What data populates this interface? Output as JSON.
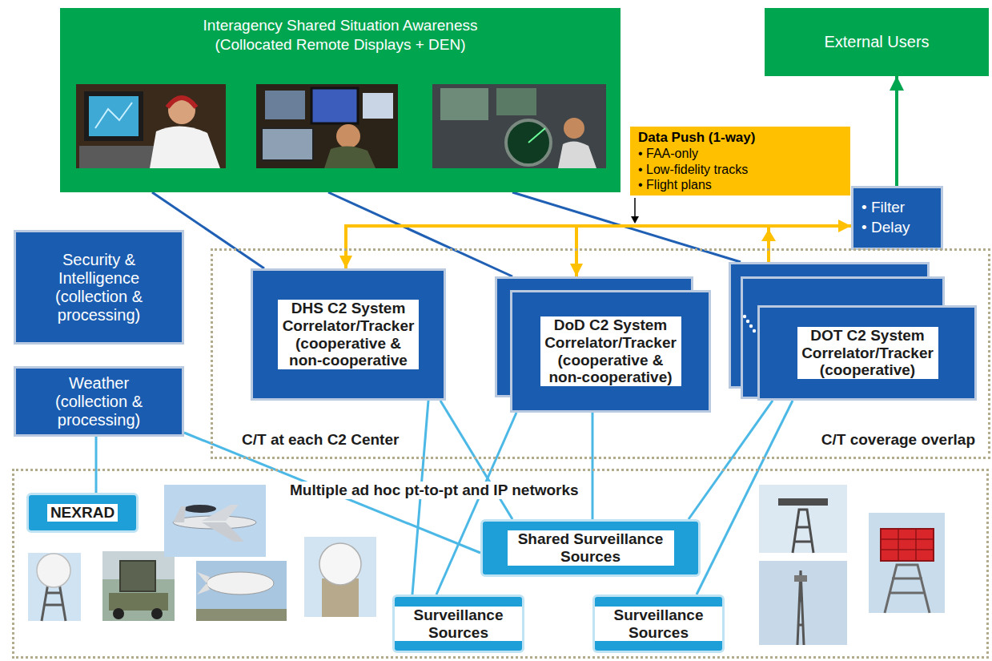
{
  "diagram": {
    "nodes": [
      {
        "text": [
          "Interagency Shared Situation Awareness",
          "(Collocated Remote Displays + DEN)"
        ]
      },
      {
        "text": [
          "External Users"
        ]
      },
      {
        "text": [
          "Data Push (1-way)",
          "• FAA-only",
          "• Low-fidelity tracks",
          "• Flight plans"
        ]
      },
      {
        "text": [
          "• Filter",
          "• Delay"
        ]
      },
      {
        "text": [
          "Security & Intelligence (collection & processing)"
        ]
      },
      {
        "text": [
          "C/T at each C2 Center",
          "C/T coverage overlap"
        ]
      },
      {
        "text": [
          "DHS C2 System Correlator/Tracker (cooperative & non-cooperative"
        ],
        "in": 5
      },
      {
        "text": [
          "DoD C2 System Correlator/Tracker (cooperative & non-cooperative)"
        ],
        "in": 5
      },
      {
        "text": [
          "DOT C2 System Correlator/Tracker (cooperative)"
        ],
        "in": 5
      },
      {
        "text": [
          "Weather (collection & processing)"
        ]
      },
      {
        "text": [
          "Multiple ad hoc pt-to-pt and IP networks"
        ]
      },
      {
        "text": [
          "NEXRAD"
        ],
        "in": 10
      },
      {
        "text": [
          "Shared Surveillance Sources"
        ],
        "in": 10
      },
      {
        "text": [
          "Surveillance Sources"
        ],
        "in": 10
      },
      {
        "text": [
          "Surveillance Sources"
        ],
        "in": 10
      }
    ],
    "edges": [
      {
        "from": 0,
        "to": 6,
        "arrow": "none"
      },
      {
        "from": 0,
        "to": 7,
        "arrow": "none"
      },
      {
        "from": 0,
        "to": 8,
        "arrow": "none"
      },
      {
        "from": 8,
        "to": 6,
        "arrow": "to"
      },
      {
        "from": 8,
        "to": 7,
        "arrow": "to"
      },
      {
        "from": 8,
        "to": 3,
        "arrow": "to"
      },
      {
        "from": 3,
        "to": 1,
        "arrow": "to"
      },
      {
        "from": 9,
        "to": 11,
        "arrow": "none"
      },
      {
        "from": 9,
        "to": 12,
        "arrow": "none"
      },
      {
        "from": 6,
        "to": 13,
        "arrow": "none"
      },
      {
        "from": 6,
        "to": 12,
        "arrow": "none"
      },
      {
        "from": 7,
        "to": 13,
        "arrow": "none"
      },
      {
        "from": 7,
        "to": 12,
        "arrow": "none"
      },
      {
        "from": 8,
        "to": 12,
        "arrow": "none"
      },
      {
        "from": 8,
        "to": 14,
        "arrow": "none"
      }
    ]
  }
}
